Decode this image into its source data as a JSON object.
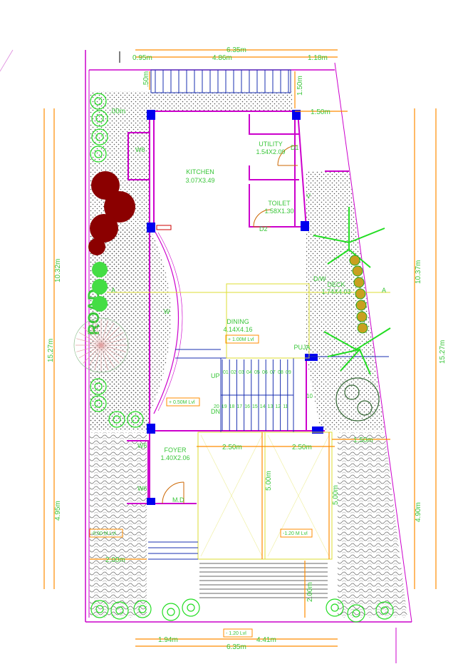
{
  "dimensions": {
    "top_total": "6.35m",
    "top_left": "0.95m",
    "top_mid": "4.86m",
    "top_right": "1.18m",
    "stair_top": "1.50m",
    "stair_top_left": ".50m",
    "right_step": "1.50m",
    "left_step": ".00m",
    "left_total": "15.27m",
    "left_upper": "10.32m",
    "left_lower": "4.95m",
    "right_total": "15.27m",
    "right_upper": "10.37m",
    "right_lower": "4.90m",
    "parking_w1": "2.50m",
    "parking_w2": "2.50m",
    "parking_h1": "5.00m",
    "parking_h2": "5.00m",
    "front_right": "1.50m",
    "front_left": "2.00m",
    "gate_depth": "2.00m",
    "bottom_left": "1.94m",
    "bottom_right": "4.41m",
    "bottom_total": "6.35m"
  },
  "rooms": {
    "kitchen": "KITCHEN",
    "kitchen_size": "3.07X3.49",
    "utility": "UTILITY",
    "utility_size": "1.54X2.09",
    "toilet": "TOILET",
    "toilet_size": "1.58X1.30",
    "deck": "DECK",
    "deck_size": "1.74X4.03",
    "dining": "DINING",
    "dining_size": "4.14X4.16",
    "puja": "PUJA",
    "foyer": "FOYER",
    "foyer_size": "1.40X2.06"
  },
  "tags": {
    "w6_a": "W6",
    "w6_b": "W6",
    "w6_c": "W6",
    "w": "W",
    "v": "V",
    "d1": "D1",
    "d2": "D2",
    "dw": "D/W",
    "md": "M.D",
    "up": "UP",
    "dn": "DN",
    "sec_a_left": "A",
    "sec_a_right": "A",
    "road": "ROAD"
  },
  "levels": {
    "dining": "+ 1.00M Lvl",
    "lobby": "+ 0.50M Lvl",
    "front": "-0.00 M Lvl",
    "parking": "-1.20 M Lvl",
    "gate": "- 1.20 Lvl"
  },
  "stairs": {
    "upper_row": [
      "01",
      "02",
      "03",
      "04",
      "05",
      "06",
      "07",
      "08",
      "09"
    ],
    "lower_row": [
      "20",
      "19",
      "18",
      "17",
      "16",
      "15",
      "14",
      "13",
      "12",
      "11"
    ],
    "landing": "10"
  },
  "colors": {
    "dimension": "#ff8c00",
    "text": "#39c639",
    "wall": "#cc00cc",
    "column": "#0000ee",
    "stair": "#1a2fb0",
    "tree_red": "#8b0000",
    "tree_green": "#22dd22"
  }
}
